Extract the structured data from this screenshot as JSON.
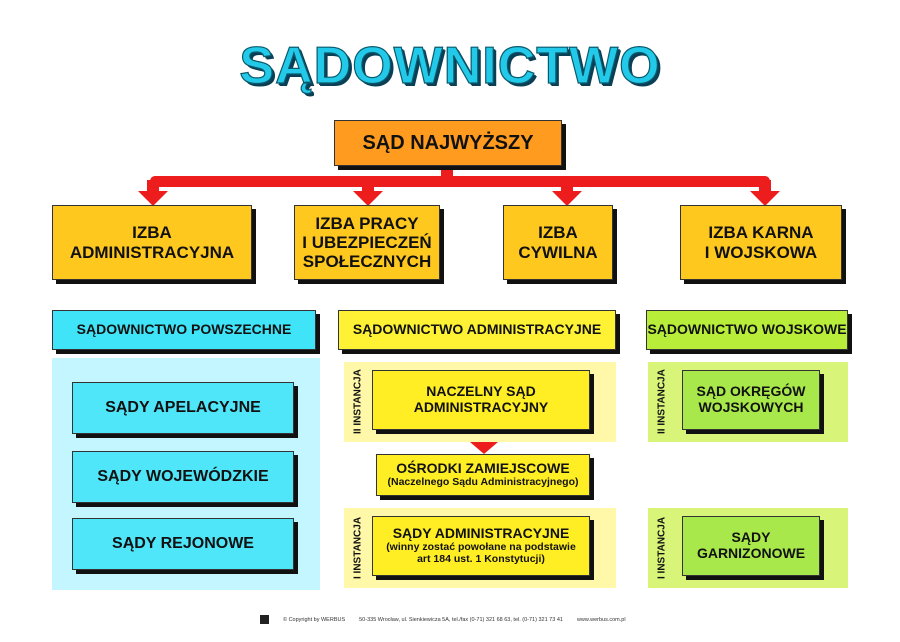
{
  "title": "SĄDOWNICTWO",
  "top": {
    "label": "SĄD NAJWYŻSZY"
  },
  "chambers": [
    {
      "line1": "IZBA",
      "line2": "ADMINISTRACYJNA",
      "line3": ""
    },
    {
      "line1": "IZBA PRACY",
      "line2": "I UBEZPIECZEŃ",
      "line3": "SPOŁECZNYCH"
    },
    {
      "line1": "IZBA",
      "line2": "CYWILNA",
      "line3": ""
    },
    {
      "line1": "IZBA KARNA",
      "line2": "I WOJSKOWA",
      "line3": ""
    }
  ],
  "columns": {
    "powszechne": {
      "header": "SĄDOWNICTWO POWSZECHNE",
      "items": [
        "SĄDY APELACYJNE",
        "SĄDY WOJEWÓDZKIE",
        "SĄDY REJONOWE"
      ]
    },
    "administracyjne": {
      "header": "SĄDOWNICTWO ADMINISTRACYJNE",
      "instance2": "II INSTANCJA",
      "nsa_line1": "NACZELNY SĄD",
      "nsa_line2": "ADMINISTRACYJNY",
      "osrodki": "OŚRODKI ZAMIEJSCOWE",
      "osrodki_sub": "(Naczelnego Sądu Administracyjnego)",
      "instance1": "I INSTANCJA",
      "sady_adm": "SĄDY ADMINISTRACYJNE",
      "sady_adm_sub1": "(winny zostać powołane na podstawie",
      "sady_adm_sub2": "art 184 ust. 1 Konstytucji)"
    },
    "wojskowe": {
      "header": "SĄDOWNICTWO WOJSKOWE",
      "instance2": "II INSTANCJA",
      "okregow_line1": "SĄD OKRĘGÓW",
      "okregow_line2": "WOJSKOWYCH",
      "instance1": "I INSTANCJA",
      "garn_line1": "SĄDY",
      "garn_line2": "GARNIZONOWE"
    }
  },
  "footer": {
    "copyright": "© Copyright by WERBUS",
    "address": "50-335 Wrocław, ul. Sienkiewicza 5A, tel./fax (0-71) 321 68 63, tel. (0-71) 321 73 41",
    "website": "www.werbus.com.pl"
  },
  "colors": {
    "title": "#22c9e8",
    "arrow": "#ee1d1d",
    "orange": "#ff9b1e",
    "yellow": "#ffc81f",
    "cyan": "#40dcf5",
    "green": "#b8ee3a"
  }
}
